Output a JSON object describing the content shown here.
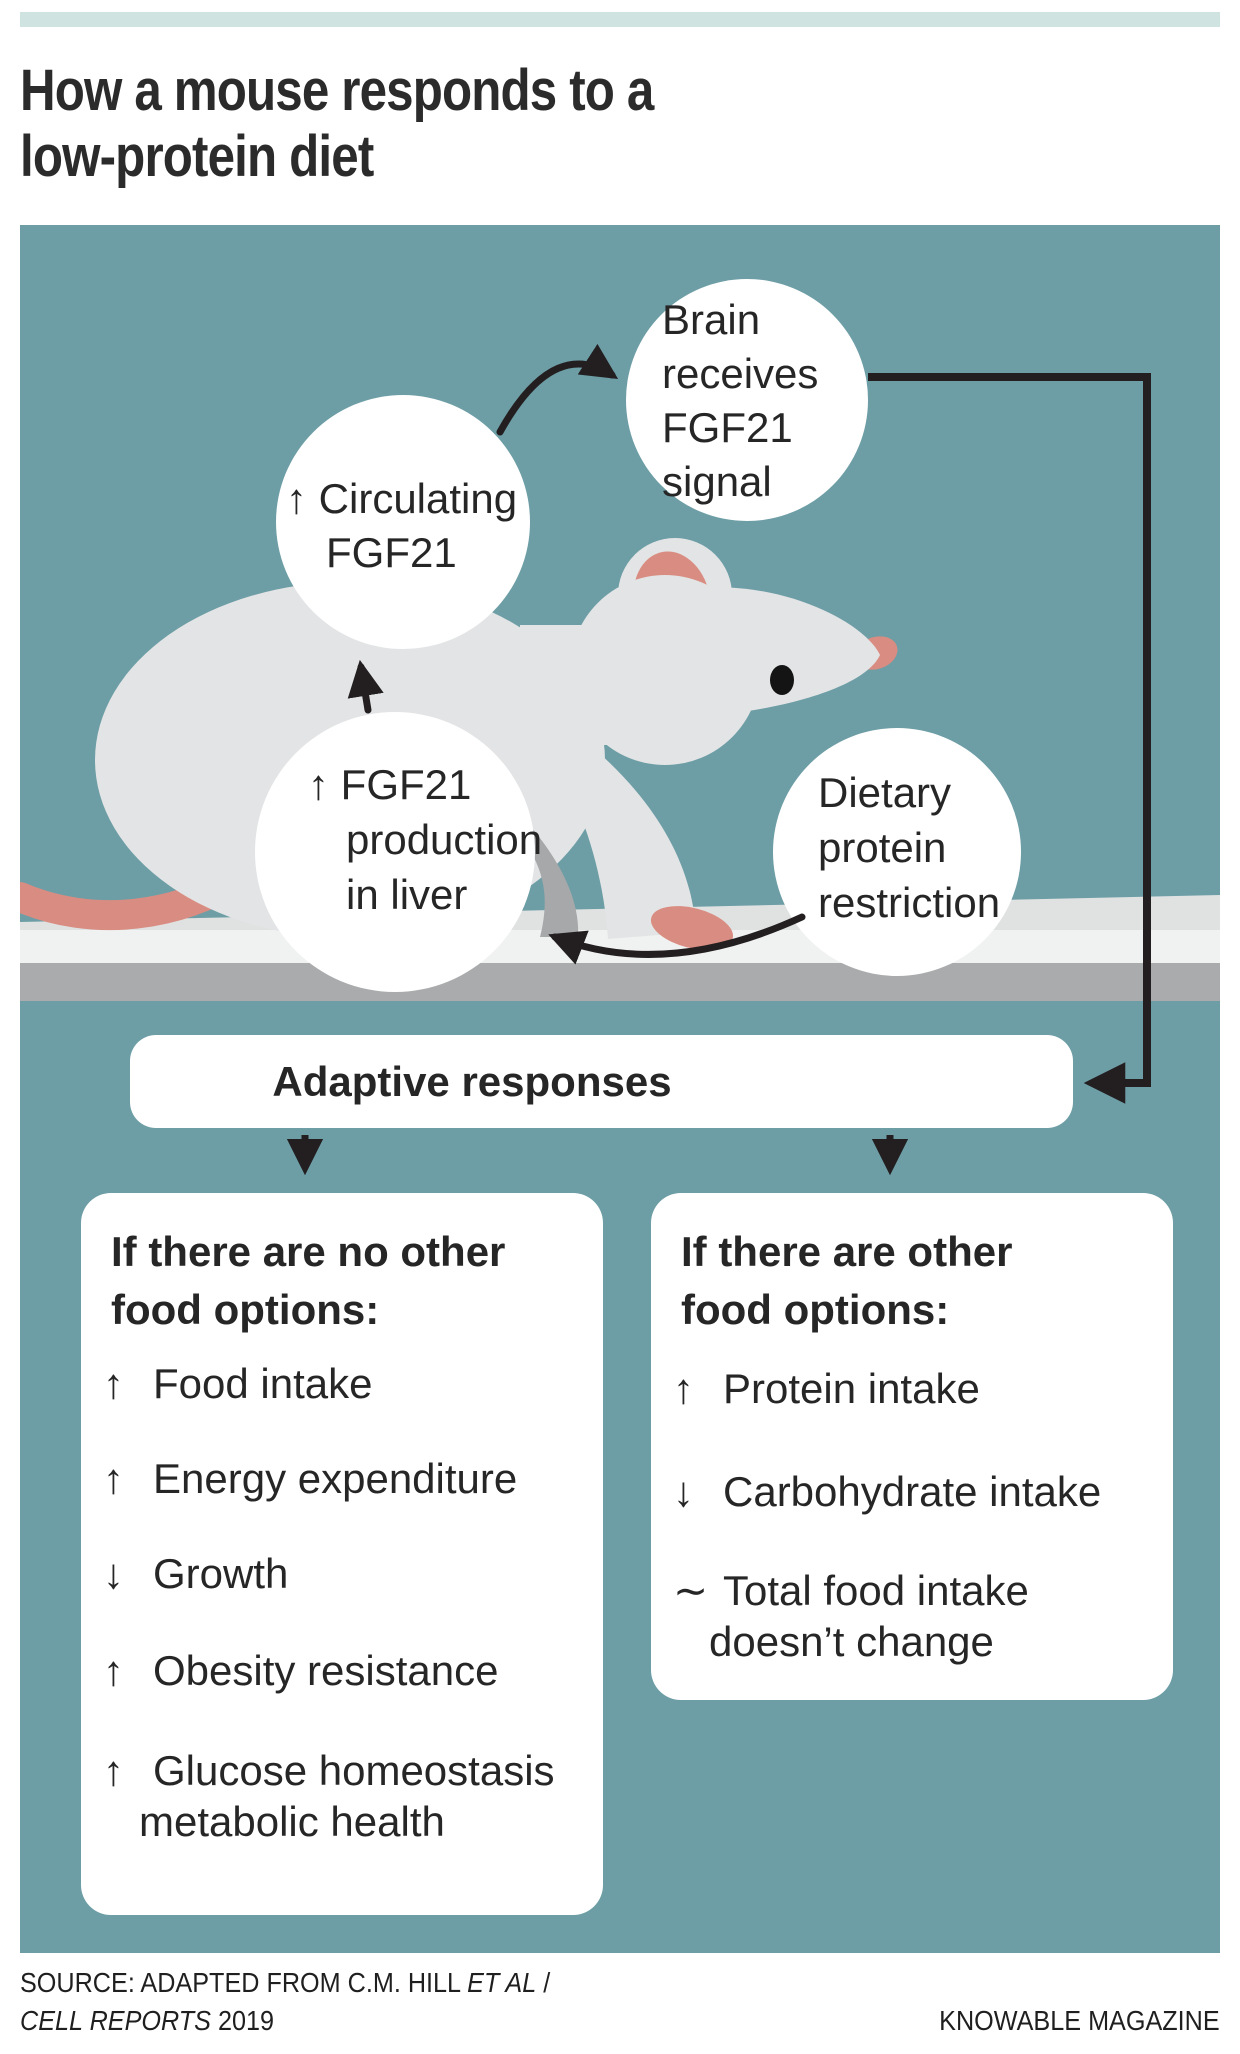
{
  "header": {
    "title_line1": "How a mouse responds to a",
    "title_line2": "low-protein diet"
  },
  "diagram": {
    "circles": {
      "circulating": {
        "lines": [
          "↑ Circulating",
          "FGF21"
        ]
      },
      "brain": {
        "lines": [
          "Brain",
          "receives",
          "FGF21",
          "signal"
        ]
      },
      "liver": {
        "lines": [
          "↑ FGF21",
          "production",
          "in liver"
        ]
      },
      "dietary": {
        "lines": [
          "Dietary",
          "protein",
          "restriction"
        ]
      }
    },
    "adaptive_label": "Adaptive responses"
  },
  "outcomes": {
    "no_other_food": {
      "heading_line1": "If there are no other",
      "heading_line2": "food options:",
      "items": [
        {
          "symbol": "↑",
          "label": "Food intake"
        },
        {
          "symbol": "↑",
          "label": "Energy expenditure"
        },
        {
          "symbol": "↓",
          "label": "Growth"
        },
        {
          "symbol": "↑",
          "label": "Obesity resistance"
        },
        {
          "symbol": "↑",
          "label": "Glucose homeostasis",
          "label_line2": "metabolic health"
        }
      ]
    },
    "other_food": {
      "heading_line1": "If there are other",
      "heading_line2": "food options:",
      "items": [
        {
          "symbol": "↑",
          "label": "Protein intake"
        },
        {
          "symbol": "↓",
          "label": "Carbohydrate intake"
        },
        {
          "symbol": "∼",
          "label": "Total food intake",
          "label_line2": "doesn’t change"
        }
      ]
    }
  },
  "footer": {
    "source_text": "SOURCE: ADAPTED FROM C.M. HILL ",
    "source_italic": "ET AL",
    "source_end": " /",
    "journal_italic": "CELL REPORTS",
    "journal_year": " 2019",
    "brand": "KNOWABLE MAGAZINE"
  },
  "colors": {
    "teal": "#6d9ea6",
    "mint_bar": "#cfe3e0",
    "pink": "#d98c81",
    "mouse_gray": "#e3e4e5",
    "floor_light": "#f0f1f1",
    "floor_dark": "#a9abac",
    "ink": "#262626"
  }
}
